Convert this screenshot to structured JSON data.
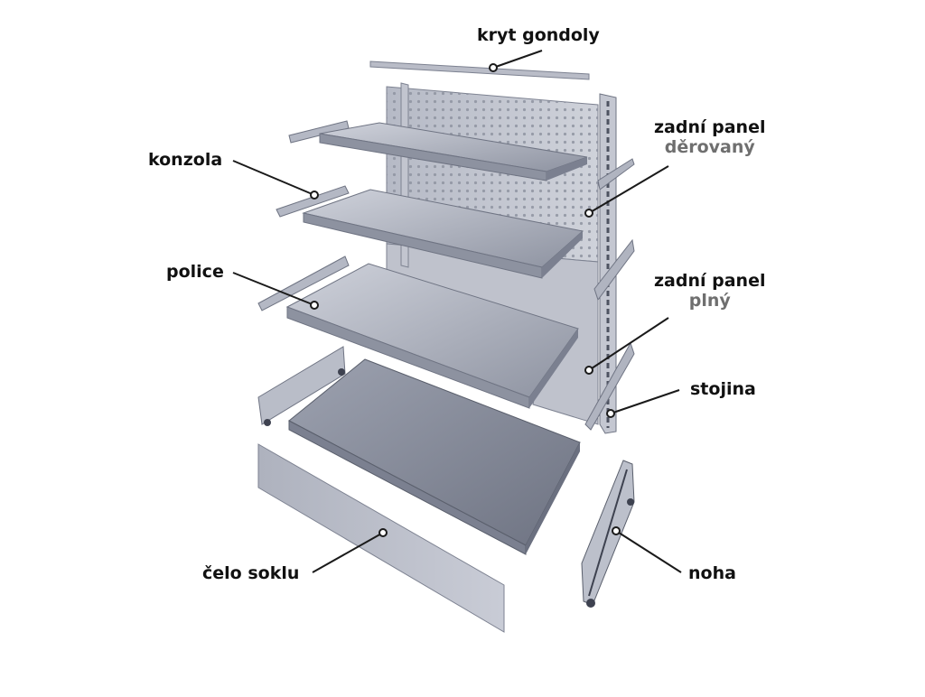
{
  "labels": {
    "kryt_gondoly": "kryt gondoly",
    "konzola": "konzola",
    "police": "police",
    "zadni_panel_derovany": {
      "title": "zadní panel",
      "sub": "děrovaný"
    },
    "zadni_panel_plny": {
      "title": "zadní panel",
      "sub": "plný"
    },
    "stojina": "stojina",
    "celo_soklu": "čelo soklu",
    "noha": "noha"
  },
  "colors": {
    "metal_light": "#c9ccd6",
    "metal_mid": "#a4a8b5",
    "metal_dark": "#7d8291",
    "outline": "#5a5f6c",
    "leader": "#1a1a1a",
    "label": "#111111",
    "label_sub": "#6f6f6f"
  }
}
